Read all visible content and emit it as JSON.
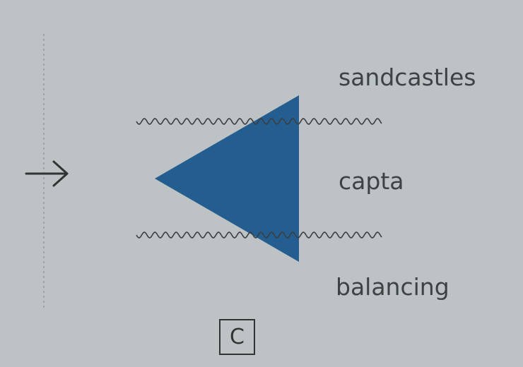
{
  "labels": {
    "top": "sandcastles",
    "middle": "capta",
    "bottom": "balancing"
  },
  "option": {
    "letter": "C"
  },
  "icons": {
    "arrow": "right-arrow-icon",
    "shape": "left-pointing-triangle",
    "lines": "wavy-line"
  },
  "colors": {
    "background": "#bdc3c4",
    "triangle": "#245d8f",
    "ink": "#3d4344"
  }
}
